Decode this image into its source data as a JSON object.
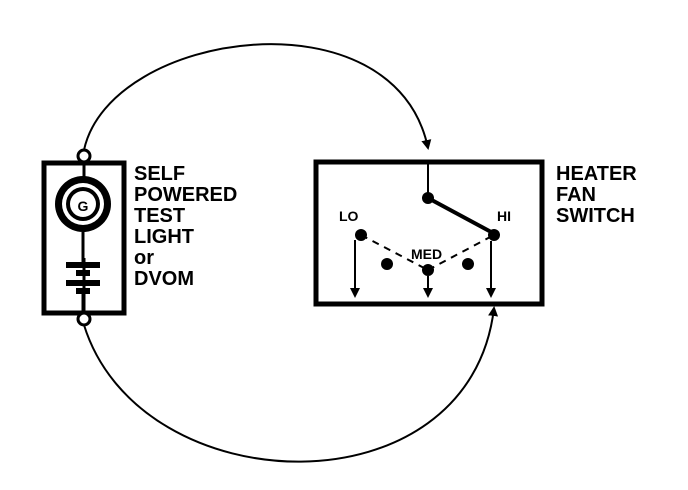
{
  "colors": {
    "ink": "#000000",
    "background": "#ffffff"
  },
  "tester": {
    "label_lines": [
      "SELF",
      "POWERED",
      "TEST",
      "LIGHT",
      "or",
      "DVOM"
    ],
    "bulb_glyph": "G"
  },
  "switch": {
    "label_lines": [
      "HEATER",
      "FAN",
      "SWITCH"
    ],
    "positions": {
      "lo": "LO",
      "med": "MED",
      "hi": "HI"
    }
  }
}
